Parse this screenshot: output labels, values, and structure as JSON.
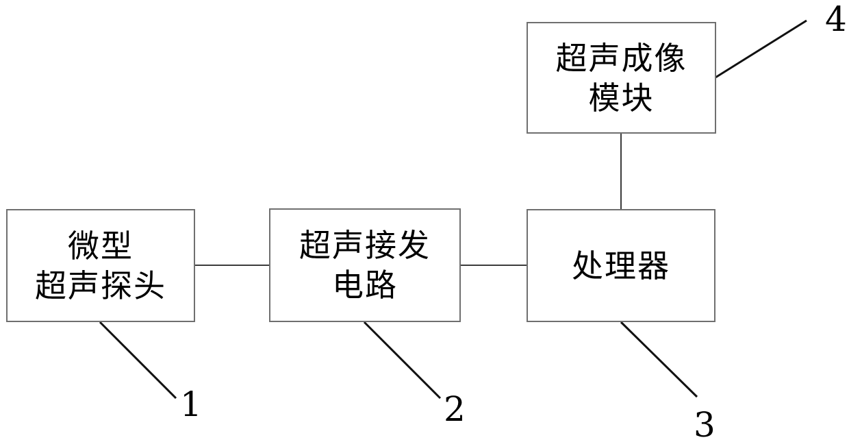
{
  "diagram": {
    "title": "ultrasound-system-block-diagram",
    "boxes": [
      {
        "name": "micro-ultrasound-probe",
        "lines": [
          "微型",
          "超声探头"
        ],
        "ref": "1"
      },
      {
        "name": "ultrasound-transceiver-circuit",
        "lines": [
          "超声接发",
          "电路"
        ],
        "ref": "2"
      },
      {
        "name": "processor",
        "lines": [
          "处理器"
        ],
        "ref": "3"
      },
      {
        "name": "ultrasound-imaging-module",
        "lines": [
          "超声成像",
          "模块"
        ],
        "ref": "4"
      }
    ],
    "connections": [
      {
        "from": "micro-ultrasound-probe",
        "to": "ultrasound-transceiver-circuit",
        "type": "horizontal"
      },
      {
        "from": "ultrasound-transceiver-circuit",
        "to": "processor",
        "type": "horizontal"
      },
      {
        "from": "ultrasound-imaging-module",
        "to": "processor",
        "type": "vertical"
      }
    ],
    "colors": {
      "background": "#ffffff",
      "box_border": "#6f6f6f",
      "connector_line": "#3c3c3c",
      "leader_line": "#111111",
      "text": "#000000"
    }
  }
}
